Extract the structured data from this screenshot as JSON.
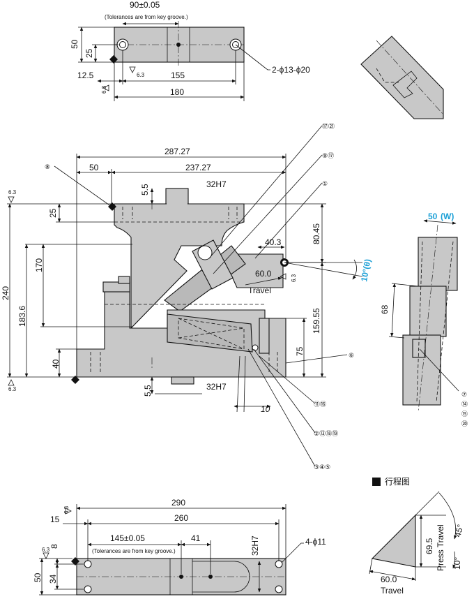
{
  "colors": {
    "accent": "#1a9fd6",
    "part_fill": "#c8c8c8",
    "line": "#111111"
  },
  "top_view": {
    "dims": {
      "d90": "90±0.05",
      "tol_note": "(Tolerances are from key groove.)",
      "d50": "50",
      "d25": "25",
      "d12_5": "12.5",
      "d155": "155",
      "d180": "180",
      "holes": "2-ϕ13-ϕ20",
      "sf": "6.3"
    }
  },
  "front_view": {
    "dims": {
      "d287": "287.27",
      "d237": "237.27",
      "d50": "50",
      "d5_5_top": "5.5",
      "key_top": "32H7",
      "d25": "25",
      "d240": "240",
      "d170": "170",
      "d183": "183.6",
      "d40": "40",
      "d5_5_bot": "5.5",
      "key_bot": "32H7",
      "d80": "80.45",
      "d40_3": "40.3",
      "travel_val": "60.0",
      "travel_word": "Travel",
      "angle": "10°(θ)",
      "d159": "159.55",
      "d75": "75",
      "d10": "10",
      "sf": "6.3"
    },
    "balloons": {
      "b1721": "⑰㉑",
      "b917": "⑨⑰",
      "b1": "①",
      "b8": "⑧",
      "b6": "⑥",
      "b1116": "⑪⑯",
      "b2": "②⑬⑱⑲",
      "b345": "③④⑤"
    }
  },
  "side_view": {
    "width": "50",
    "width_sym": "(W)",
    "d68": "68",
    "balloons": [
      "⑦",
      "⑭",
      "⑮",
      "⑳"
    ]
  },
  "bottom_view": {
    "dims": {
      "d290": "290",
      "d15": "15",
      "d260": "260",
      "d145": "145±0.05",
      "d41": "41",
      "tol_note": "(Tolerances are from key groove.)",
      "d8": "8",
      "d50": "50",
      "d34": "34",
      "key": "32H7",
      "holes": "4-ϕ11",
      "sf": "6.3"
    }
  },
  "stroke_diagram": {
    "legend": "行程图",
    "d69_5": "69.5",
    "press_travel": "Press Travel",
    "deg45": "45°",
    "deg10": "10°",
    "travel_val": "60.0",
    "travel_word": "Travel"
  }
}
